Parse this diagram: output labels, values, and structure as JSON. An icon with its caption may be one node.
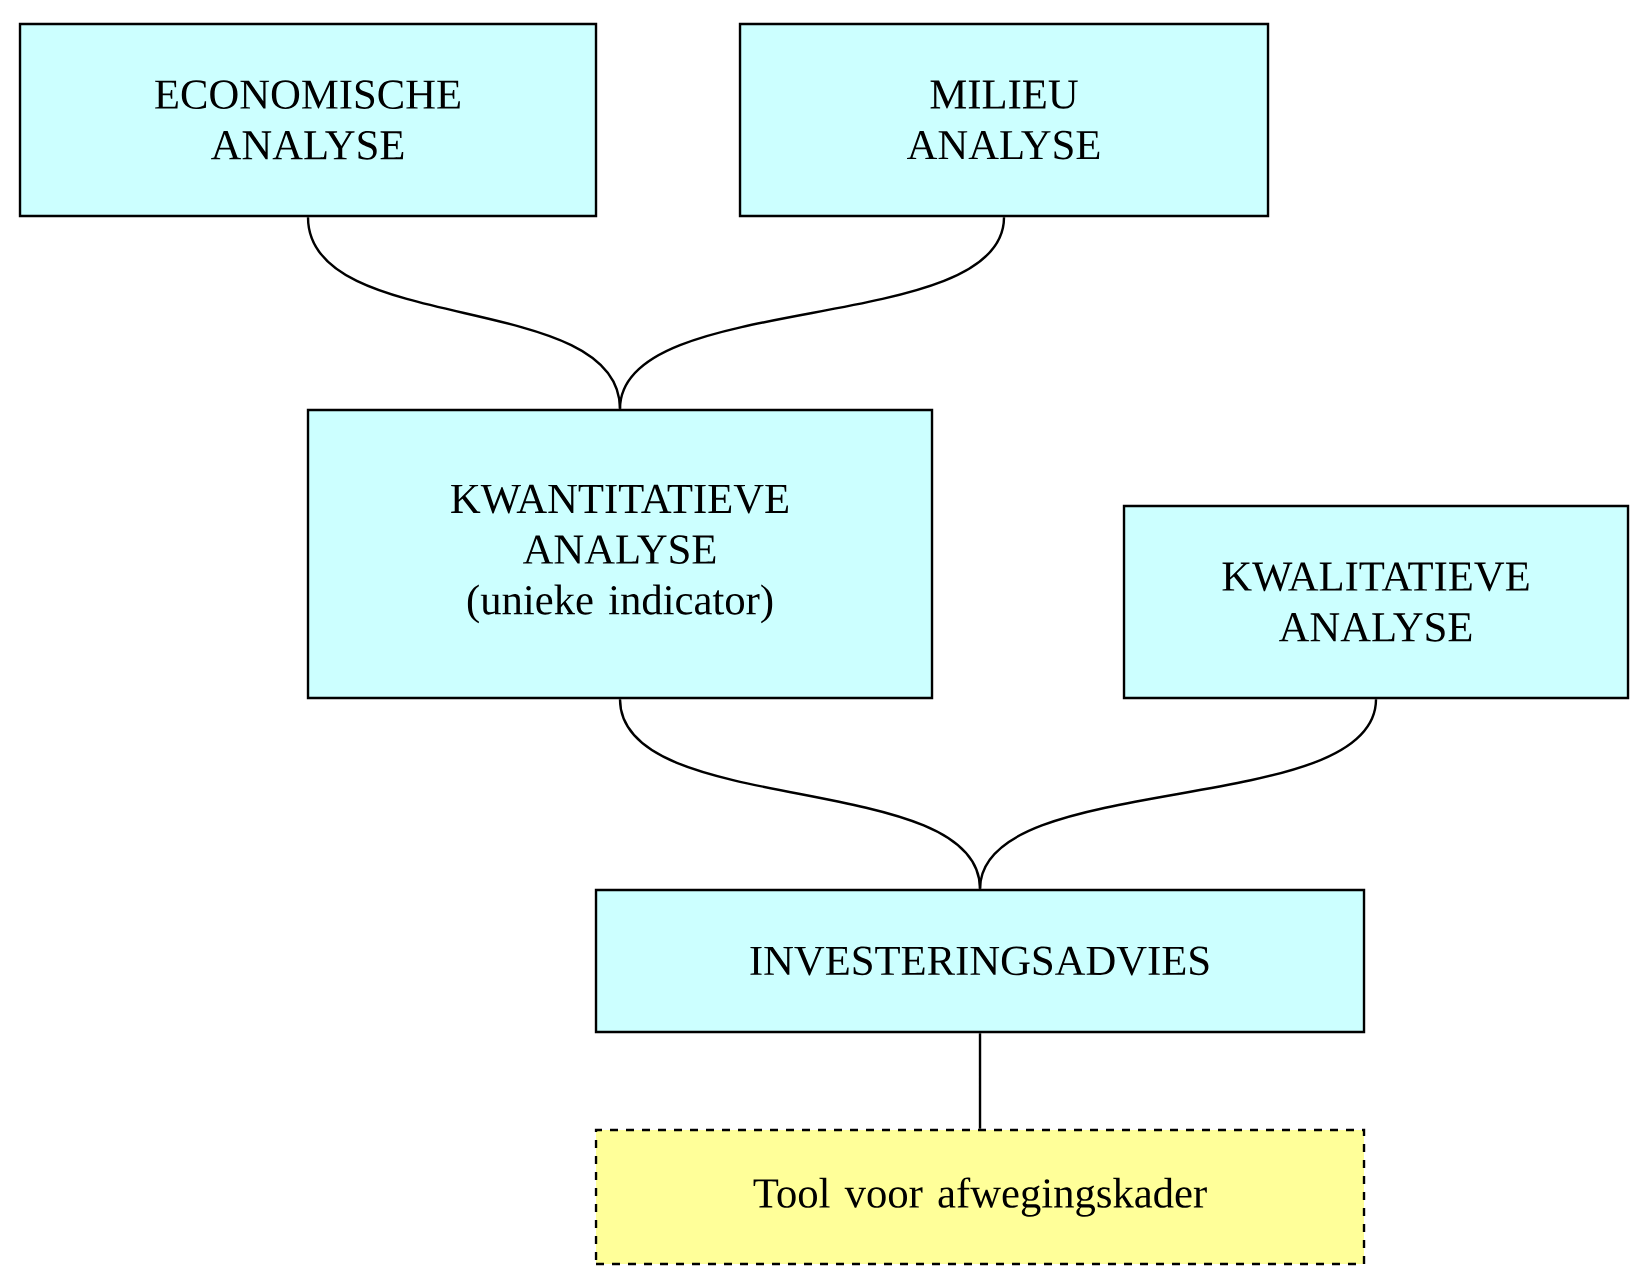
{
  "diagram": {
    "nodes": [
      {
        "text": [
          "ECONOMISCHE ANALYSE"
        ]
      },
      {
        "text": [
          "MILIEU ANALYSE"
        ]
      },
      {
        "text": [
          "KWANTITATIEVE ANALYSE",
          "(unieke indicator)"
        ]
      },
      {
        "text": [
          "KWALITATIEVE ANALYSE"
        ]
      },
      {
        "text": [
          "INVESTERINGSADVIES"
        ]
      },
      {
        "text": [
          "Tool voor afwegingskader"
        ]
      }
    ],
    "edges": [
      {
        "from": 0,
        "to": 2,
        "arrow": "none"
      },
      {
        "from": 1,
        "to": 2,
        "arrow": "none"
      },
      {
        "from": 2,
        "to": 4,
        "arrow": "none"
      },
      {
        "from": 3,
        "to": 4,
        "arrow": "none"
      },
      {
        "from": 4,
        "to": 5,
        "arrow": "none"
      }
    ]
  }
}
